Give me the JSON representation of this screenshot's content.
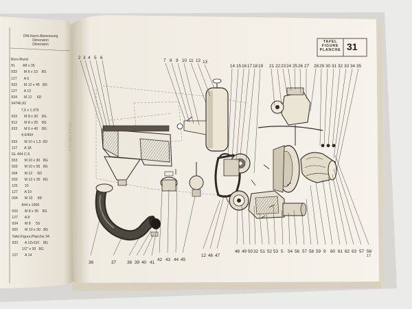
{
  "left_page": {
    "header": [
      "DIN-Norm-Abmessung",
      "Dimension",
      "Dimension"
    ],
    "rows": [
      {
        "text": "Bors-Rund"
      },
      {
        "text": "91        A8 x 35"
      },
      {
        "text": "933       M 6 x 10    8G"
      },
      {
        "text": "127       A 6"
      },
      {
        "text": "933       M 12 x 45   8G"
      },
      {
        "text": "127       A 12"
      },
      {
        "text": "934       M 12     6D"
      },
      {
        "text": "94746.92"
      },
      {
        "text": "          7,5 x 1.375"
      },
      {
        "text": "933       M 8 x 30    8G"
      },
      {
        "text": "912       M 8 x 25    8G"
      },
      {
        "text": "933       M 6 x 40    8G"
      },
      {
        "text": "          4,5/40#"
      },
      {
        "text": "933       M 10 x 1,5  6D"
      },
      {
        "text": "127       A 18"
      },
      {
        "text": "GL 444 C-5"
      },
      {
        "text": "933       M 10 x 30   8G"
      },
      {
        "text": "933       M 10 x 55   8G"
      },
      {
        "text": "934       M 12     6D"
      },
      {
        "text": "933       M 12 x 35   8G"
      },
      {
        "text": "125       10"
      },
      {
        "text": "127       A 10"
      },
      {
        "text": "934       M 10     6D"
      },
      {
        "text": "          8#4 x 1900"
      },
      {
        "text": "933       M 8 x 35    8G"
      },
      {
        "text": "127       A 8"
      },
      {
        "text": "934       M 8     5S"
      },
      {
        "text": "933       M 10 x 30   8G"
      },
      {
        "text": "Tafel,Figure,Planche 34"
      },
      {
        "text": "933       A 12x110    8G"
      },
      {
        "text": "          1/2\" x 30   8G"
      },
      {
        "text": "127       A 14"
      }
    ],
    "spine_text": "ATLAS 1961  Nr.1"
  },
  "right_page": {
    "plate_words": [
      "TAFEL",
      "FIGURE",
      "PLANCHE"
    ],
    "plate_number": "31",
    "page_number": "17",
    "callouts_top": [
      "2",
      "3",
      "4",
      "5",
      "6",
      "7",
      "8",
      "9",
      "10",
      "11",
      "12",
      "13",
      "14",
      "15",
      "16",
      "17",
      "18",
      "19",
      "21",
      "22",
      "23",
      "24",
      "25",
      "26",
      "27",
      "28",
      "29",
      "30",
      "31",
      "32",
      "33",
      "34",
      "35"
    ],
    "callouts_bottom": [
      "36",
      "37",
      "38",
      "39",
      "40",
      "41",
      "42",
      "43",
      "44",
      "45",
      "12",
      "46",
      "47",
      "48",
      "49",
      "50",
      "32",
      "51",
      "52",
      "53",
      "5",
      "54",
      "56",
      "57",
      "58",
      "59",
      "9",
      "60",
      "61",
      "62",
      "63",
      "57",
      "56"
    ]
  },
  "colors": {
    "page": "#f4f1e9",
    "page_shadow": "#d6cfc0",
    "ink": "#2c2924",
    "background": "#ebebea"
  }
}
